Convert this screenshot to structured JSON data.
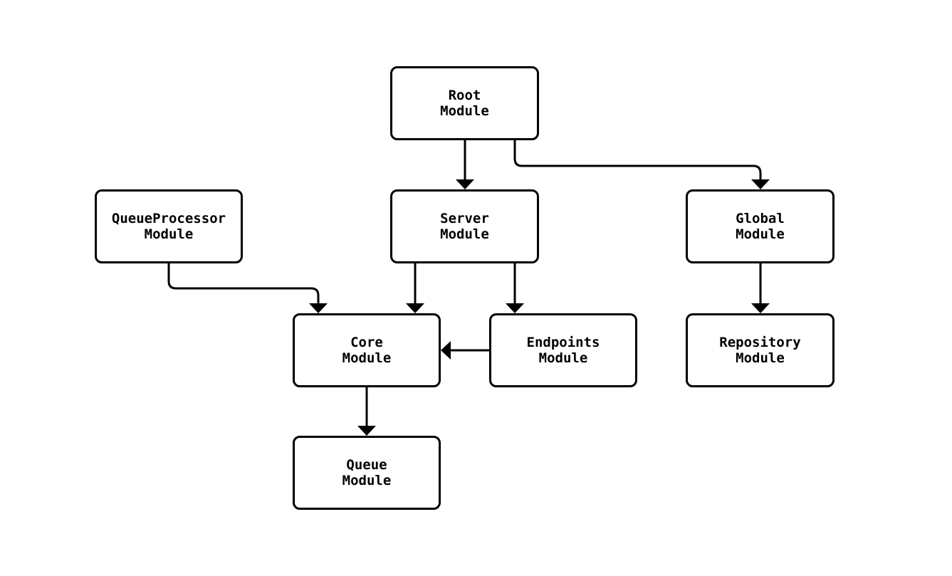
{
  "diagram": {
    "type": "module-dependency-flowchart",
    "background_color": "#ffffff",
    "stroke_color": "#000000",
    "text_color": "#000000",
    "nodes": {
      "root": {
        "label": "Root\nModule"
      },
      "queueprocessor": {
        "label": "QueueProcessor\nModule"
      },
      "server": {
        "label": "Server\nModule"
      },
      "global": {
        "label": "Global\nModule"
      },
      "core": {
        "label": "Core\nModule"
      },
      "endpoints": {
        "label": "Endpoints\nModule"
      },
      "repository": {
        "label": "Repository\nModule"
      },
      "queue": {
        "label": "Queue\nModule"
      }
    },
    "edges": [
      {
        "from": "Root Module",
        "to": "Server Module"
      },
      {
        "from": "Root Module",
        "to": "Global Module"
      },
      {
        "from": "QueueProcessor Module",
        "to": "Core Module"
      },
      {
        "from": "Server Module",
        "to": "Core Module"
      },
      {
        "from": "Server Module",
        "to": "Endpoints Module"
      },
      {
        "from": "Global Module",
        "to": "Repository Module"
      },
      {
        "from": "Endpoints Module",
        "to": "Core Module"
      },
      {
        "from": "Core Module",
        "to": "Queue Module"
      }
    ]
  }
}
